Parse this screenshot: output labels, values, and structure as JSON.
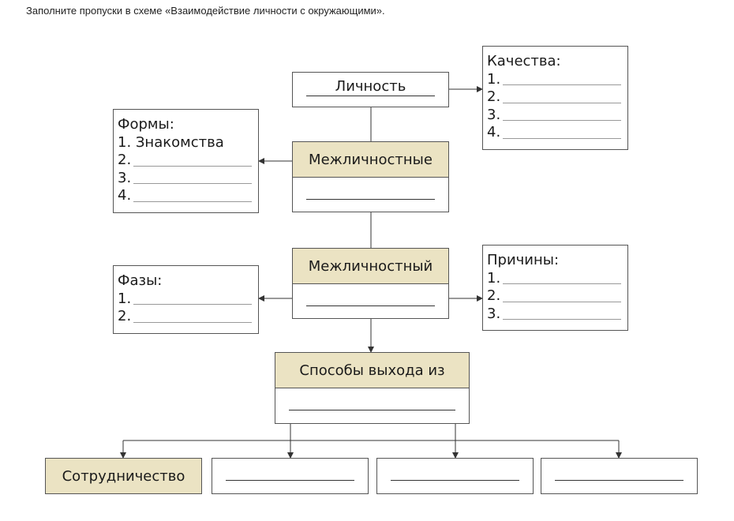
{
  "instruction": "Заполните пропуски в схеме «Взаимодействие личности с окружающими».",
  "boxes": {
    "personality": "Личность",
    "relations": "Межличностные",
    "conflict": "Межличностный",
    "ways": "Способы выхода из",
    "cooperation": "Сотрудничество"
  },
  "qualities": {
    "title": "Качества:",
    "items": [
      "1.",
      "2.",
      "3.",
      "4."
    ]
  },
  "forms": {
    "title": "Формы:",
    "first": "1. Знакомства",
    "items": [
      "2.",
      "3.",
      "4."
    ]
  },
  "phases": {
    "title": "Фазы:",
    "items": [
      "1.",
      "2."
    ]
  },
  "causes": {
    "title": "Причины:",
    "items": [
      "1.",
      "2.",
      "3."
    ]
  },
  "colors": {
    "header_fill": "#ebe3c3",
    "border": "#555555"
  }
}
